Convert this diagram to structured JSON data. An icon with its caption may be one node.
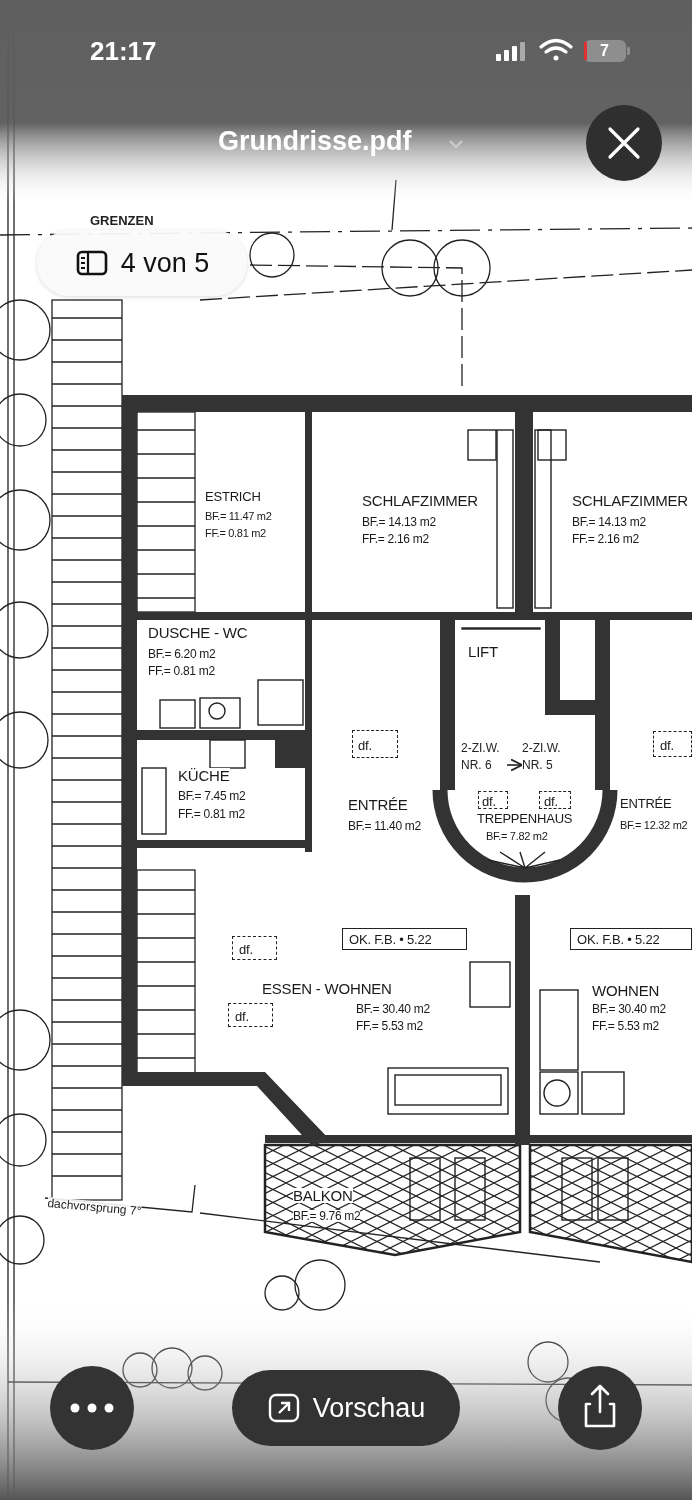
{
  "diagram": {
    "title": "Grundrisse.pdf",
    "nodes": [
      {
        "text": [
          "ESTRICH",
          "BF.= 11.47 m2",
          "FF.= 0.81 m2"
        ]
      },
      {
        "text": [
          "SCHLAFZIMMER",
          "BF.= 14.13 m2",
          "FF.= 2.16 m2"
        ]
      },
      {
        "text": [
          "SCHLAFZIMMER",
          "BF.= 14.13 m2",
          "FF.= 2.16 m2"
        ]
      },
      {
        "text": [
          "DUSCHE - WC",
          "BF.= 6.20 m2",
          "FF.= 0.81 m2"
        ]
      },
      {
        "text": [
          "LIFT"
        ]
      },
      {
        "text": [
          "KÜCHE",
          "BF.= 7.45 m2",
          "FF.= 0.81 m2"
        ]
      },
      {
        "text": [
          "ENTRÉE",
          "BF.= 11.40 m2"
        ]
      },
      {
        "text": [
          "df."
        ],
        "in": 6
      },
      {
        "text": [
          "TREPPENHAUS",
          "BF.= 7.82 m2"
        ]
      },
      {
        "text": [
          "df."
        ],
        "in": 8
      },
      {
        "text": [
          "df."
        ],
        "in": 8
      },
      {
        "text": [
          "ENTRÉE",
          "BF.= 12.32 m2"
        ]
      },
      {
        "text": [
          "df."
        ],
        "in": 11
      },
      {
        "text": [
          "ESSEN - WOHNEN",
          "BF.= 30.40 m2",
          "FF.= 5.53 m2"
        ]
      },
      {
        "text": [
          "OK. F.B. • 5.22"
        ],
        "in": 13
      },
      {
        "text": [
          "df."
        ],
        "in": 13
      },
      {
        "text": [
          "df."
        ],
        "in": 13
      },
      {
        "text": [
          "WOHNEN",
          "BF.= 30.40 m2",
          "FF.= 5.53 m2"
        ]
      },
      {
        "text": [
          "OK. F.B. • 5.22"
        ],
        "in": 17
      },
      {
        "text": [
          "BALKON",
          "BF.= 9.76 m2"
        ]
      },
      {
        "text": [
          "2-ZI.W. NR. 6"
        ]
      },
      {
        "text": [
          "2-ZI.W. NR. 5"
        ]
      }
    ],
    "edges": [
      {
        "from": 20,
        "to": 21,
        "arrow": "to"
      }
    ],
    "labels": [
      "21:17",
      "7",
      "GRENZEN",
      "4 von 5",
      "dachvorsprung 7°",
      "Vorschau"
    ]
  }
}
